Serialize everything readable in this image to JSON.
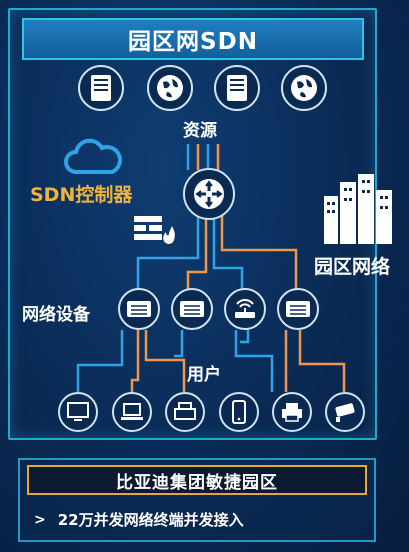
{
  "title": "园区网SDN",
  "labels": {
    "resources": "资源",
    "controller": "SDN控制器",
    "campus_network": "园区网络",
    "network_devices": "网络设备",
    "users": "用户"
  },
  "resources": [
    {
      "icon": "server-icon"
    },
    {
      "icon": "globe-icon"
    },
    {
      "icon": "server-icon"
    },
    {
      "icon": "globe-icon"
    }
  ],
  "devices": [
    {
      "icon": "switch-icon"
    },
    {
      "icon": "switch-icon"
    },
    {
      "icon": "wifi-ap-icon"
    },
    {
      "icon": "switch-icon"
    }
  ],
  "endpoints": [
    {
      "icon": "desktop-icon"
    },
    {
      "icon": "laptop-icon"
    },
    {
      "icon": "printer-icon"
    },
    {
      "icon": "phone-icon"
    },
    {
      "icon": "printer-icon"
    },
    {
      "icon": "camera-icon"
    }
  ],
  "colors": {
    "blue_line": "#2ea3e8",
    "orange_line": "#f0954a",
    "accent": "#f2b33a",
    "frame": "#23a9c9"
  },
  "footer": {
    "title": "比亚迪集团敏捷园区",
    "items": [
      "22万并发网络终端并发接入"
    ]
  }
}
